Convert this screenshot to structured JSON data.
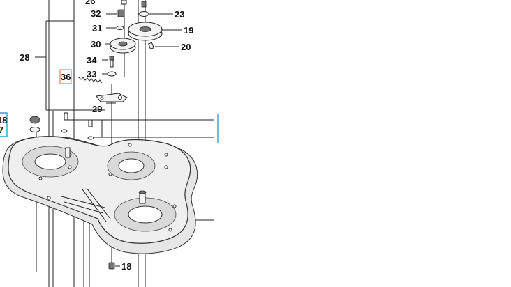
{
  "diagram": {
    "callouts": {
      "c26": "26",
      "c32": "32",
      "c31": "31",
      "c30": "30",
      "c28": "28",
      "c34": "34",
      "c33": "33",
      "c36": "36",
      "c29": "29",
      "c23": "23",
      "c19": "19",
      "c20": "20",
      "c18a": "18",
      "c7": "7",
      "c18b": "18"
    },
    "colors": {
      "edge_marker": "#2aa6d6",
      "highlight_box": "#e06a2a"
    }
  }
}
